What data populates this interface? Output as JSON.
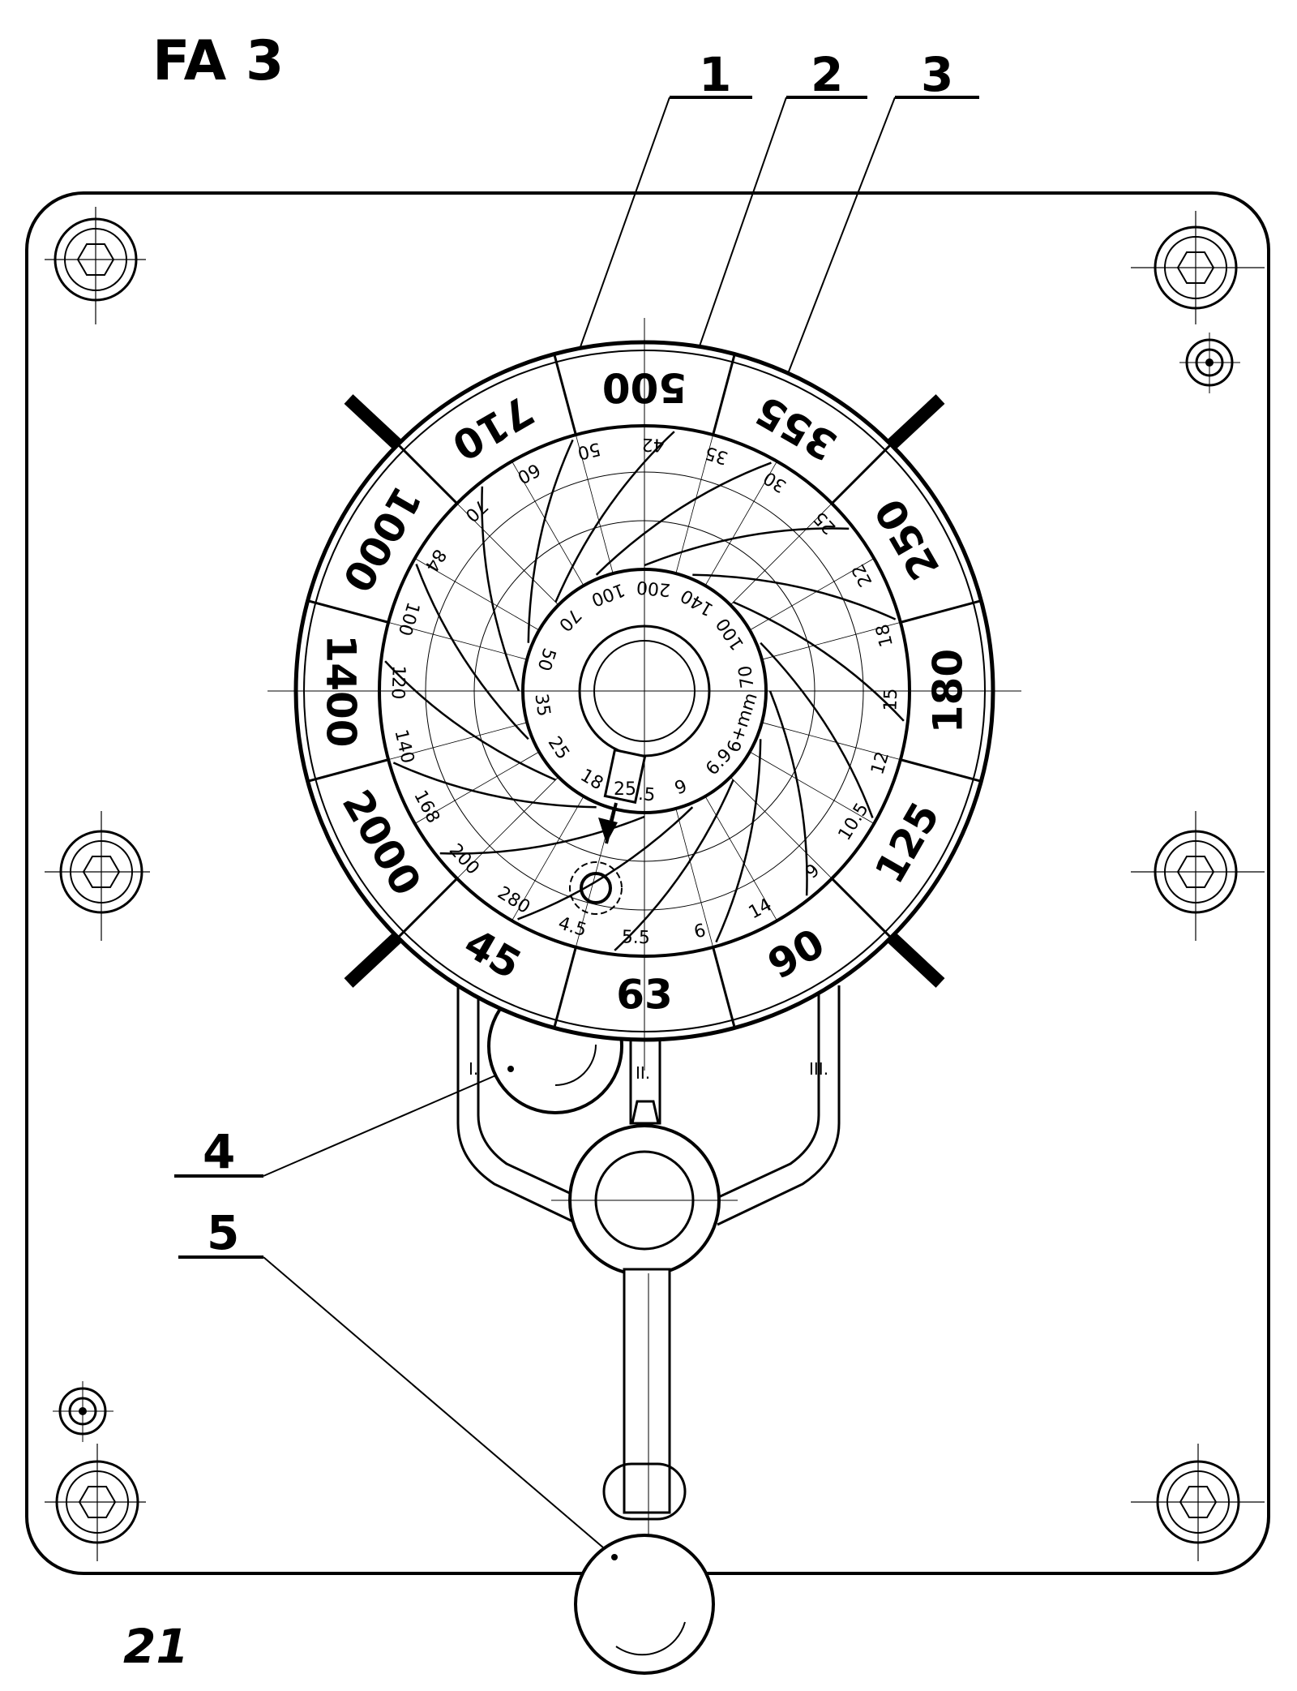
{
  "sheet": {
    "title": "FA 3",
    "page_number": "21"
  },
  "callouts": [
    "1",
    "2",
    "3",
    "4",
    "5"
  ],
  "outer_ring_speeds": [
    "500",
    "355",
    "250",
    "180",
    "125",
    "90",
    "63",
    "45",
    "2000",
    "1400",
    "1000",
    "710"
  ],
  "inner_values": [
    "200",
    "140",
    "100",
    "70",
    "6+mm",
    "6.9",
    "9",
    "12.5",
    "18",
    "25",
    "35",
    "50",
    "70",
    "100"
  ],
  "middle_values": [
    "42",
    "35",
    "30",
    "25",
    "22",
    "18",
    "15",
    "12",
    "10.5",
    "9",
    "14",
    "6",
    "5.5",
    "4.5",
    "280",
    "200",
    "168",
    "140",
    "120",
    "100",
    "84",
    "70",
    "60",
    "50"
  ],
  "bottom_labels": {
    "left": "I.",
    "center": "II.",
    "right": "III."
  },
  "index_label": "25"
}
